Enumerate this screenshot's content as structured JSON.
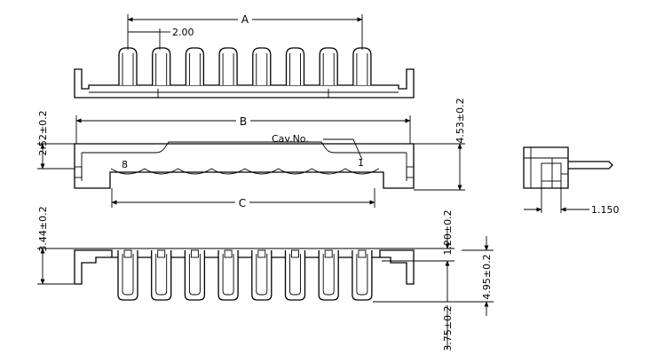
{
  "dimensions": {
    "A": "A",
    "B": "B",
    "C": "C",
    "pitch": "2.00",
    "cavity_label": "Cav.No.",
    "cavity_first": "1",
    "cavity_last": "8",
    "height_top": "2.52±0.2",
    "height_total": "4.53±0.2",
    "side_offset": "1.150",
    "height_bottom": "3.44±0.2",
    "pin_top": "1.20±0.2",
    "pin_length": "4.95±0.2",
    "pin_tail": "3.75±0.2"
  },
  "pin_count": 8
}
